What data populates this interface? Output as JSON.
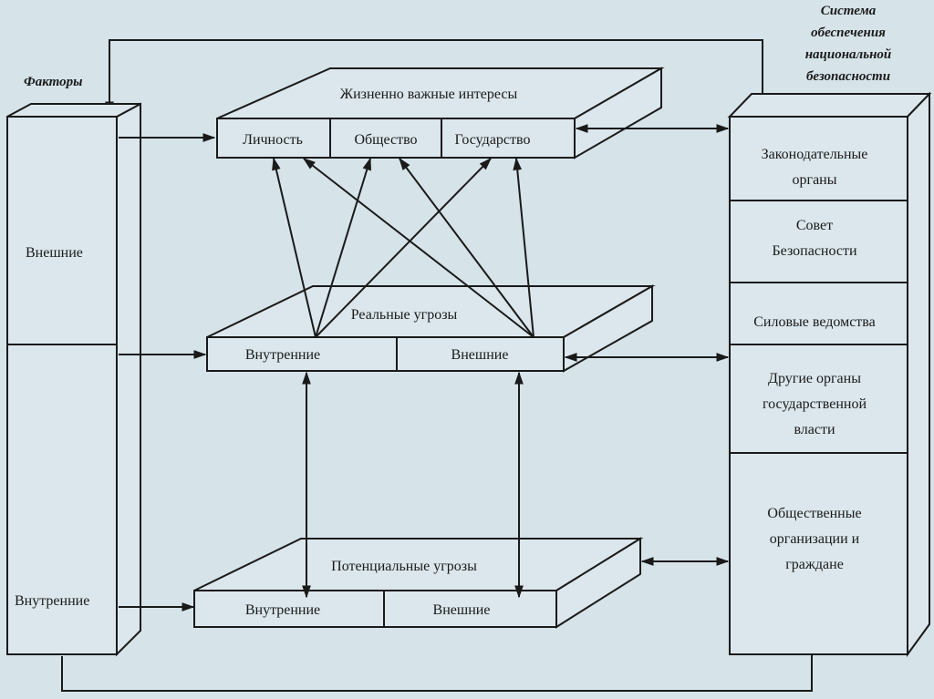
{
  "diagram": {
    "factors": {
      "title": "Факторы",
      "external": "Внешние",
      "internal": "Внутренние"
    },
    "vital_interests": {
      "title": "Жизненно важные интересы",
      "cells": [
        "Личность",
        "Общество",
        "Государство"
      ]
    },
    "real_threats": {
      "title": "Реальные угрозы",
      "cells": [
        "Внутренние",
        "Внешние"
      ]
    },
    "potential_threats": {
      "title": "Потенциальные угрозы",
      "cells": [
        "Внутренние",
        "Внешние"
      ]
    },
    "security_system": {
      "title_lines": [
        "Система",
        "обеспечения",
        "национальной",
        "безопасности"
      ],
      "sections": [
        {
          "lines": [
            "Законодательные",
            "органы"
          ]
        },
        {
          "lines": [
            "Совет",
            "Безопасности"
          ]
        },
        {
          "lines": [
            "Силовые ведомства"
          ]
        },
        {
          "lines": [
            "Другие органы",
            "государственной",
            "власти"
          ]
        },
        {
          "lines": [
            "Общественные",
            "организации и",
            "граждане"
          ]
        }
      ]
    },
    "colors": {
      "background": "#d6e4ea",
      "line": "#1a1a1a",
      "box_fill": "#dbe7ec"
    }
  }
}
